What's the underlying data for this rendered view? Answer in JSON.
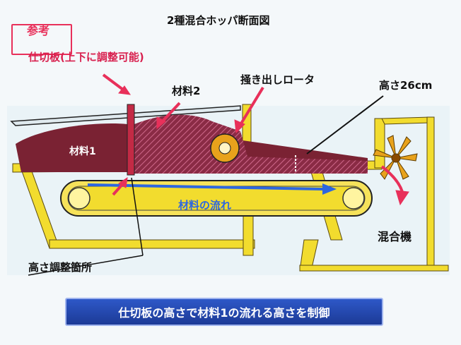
{
  "diagram": {
    "title": "2種混合ホッパ断面図",
    "stamp": "参考",
    "note_partition": "仕切板(上下に調整可能)",
    "label_material2": "材料2",
    "label_rotor": "掻き出しロータ",
    "label_height": "高さ26cm",
    "label_material1": "材料1",
    "label_flow": "材料の流れ",
    "label_mixer": "混合機",
    "label_adjust": "高さ調整箇所",
    "banner": "仕切板の高さで材料1の流れる高さを制御"
  },
  "colors": {
    "frame": "#f2dc2e",
    "material": "#7a2233",
    "material2_hatch": "#b0486a",
    "arrow_pink": "#e8305a",
    "flow_arrow": "#2d66e0",
    "rotor": "#e8a21c",
    "banner": "#2448b0"
  }
}
